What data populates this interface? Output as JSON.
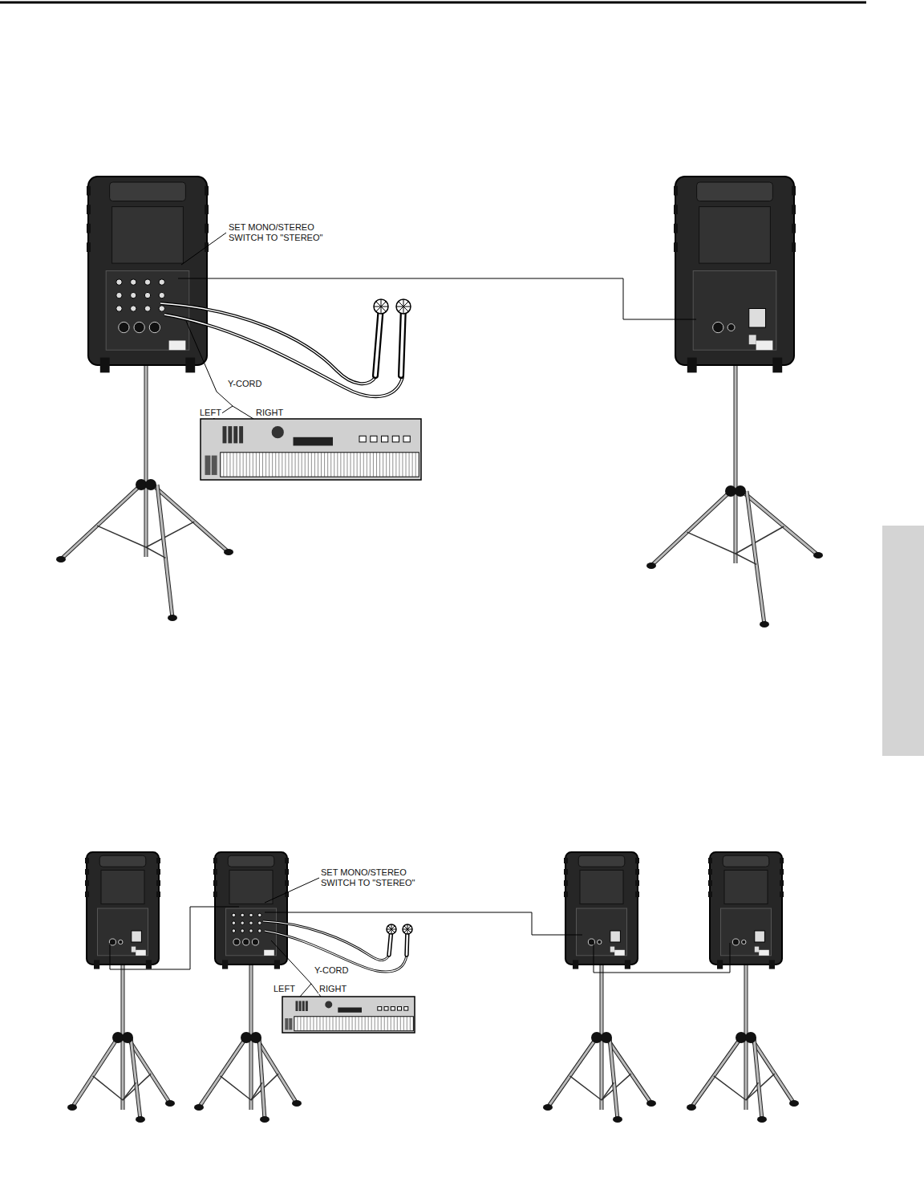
{
  "diagram": {
    "labels": [
      "SET MONO/STEREO SWITCH TO \"STEREO\"",
      "Y-CORD",
      "LEFT",
      "RIGHT",
      "SET MONO/STEREO SWITCH TO \"STEREO\"",
      "Y-CORD",
      "LEFT",
      "RIGHT"
    ]
  }
}
